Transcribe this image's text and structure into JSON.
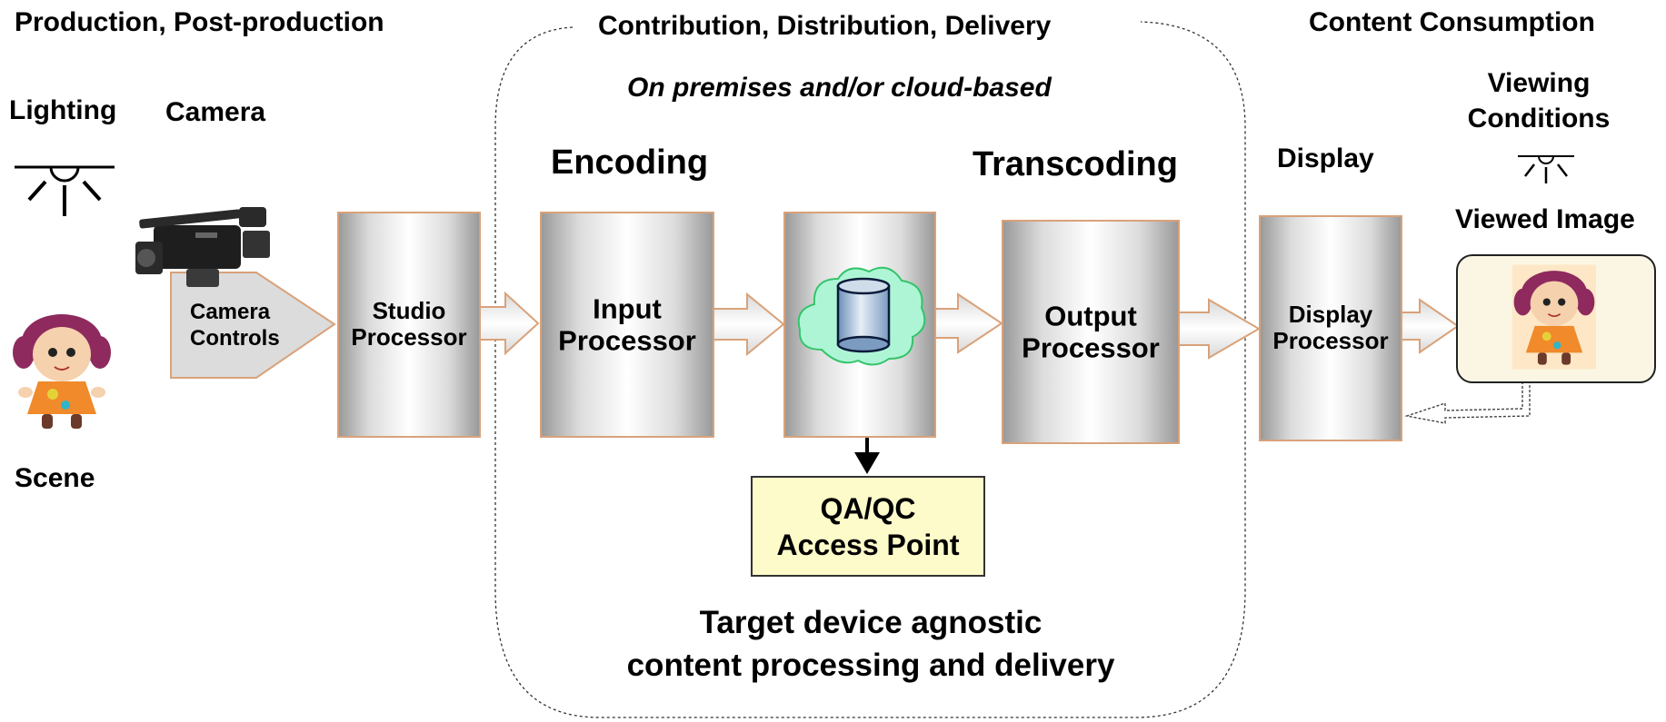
{
  "sections": {
    "production": "Production, Post-production",
    "contribution": "Contribution, Distribution, Delivery",
    "cloud": "On premises and/or cloud-based",
    "consumption": "Content Consumption"
  },
  "labels": {
    "lighting": "Lighting",
    "camera": "Camera",
    "scene": "Scene",
    "camera_controls": "Camera\nControls",
    "encoding": "Encoding",
    "transcoding": "Transcoding",
    "display": "Display",
    "viewing_conditions": "Viewing\nConditions",
    "viewed_image": "Viewed Image",
    "bottom_caption": "Target device agnostic\ncontent processing and delivery"
  },
  "boxes": {
    "studio": "Studio\nProcessor",
    "input": "Input\nProcessor",
    "output": "Output\nProcessor",
    "display": "Display\nProcessor",
    "qa": "QA/QC\nAccess Point"
  },
  "colors": {
    "box_border": "#d9a27a",
    "cloud_fill": "#aef5d6",
    "cloud_stroke": "#33c46a",
    "qa_fill": "#fdfbc9",
    "viewed_fill": "#fbf6e4",
    "doll_dress": "#f08a2a",
    "doll_hair": "#8e2a5e"
  },
  "icons": {
    "lighting": "light-bulb-icon",
    "camera": "video-camera-icon",
    "doll": "doll-image",
    "storage": "database-cloud-icon"
  }
}
